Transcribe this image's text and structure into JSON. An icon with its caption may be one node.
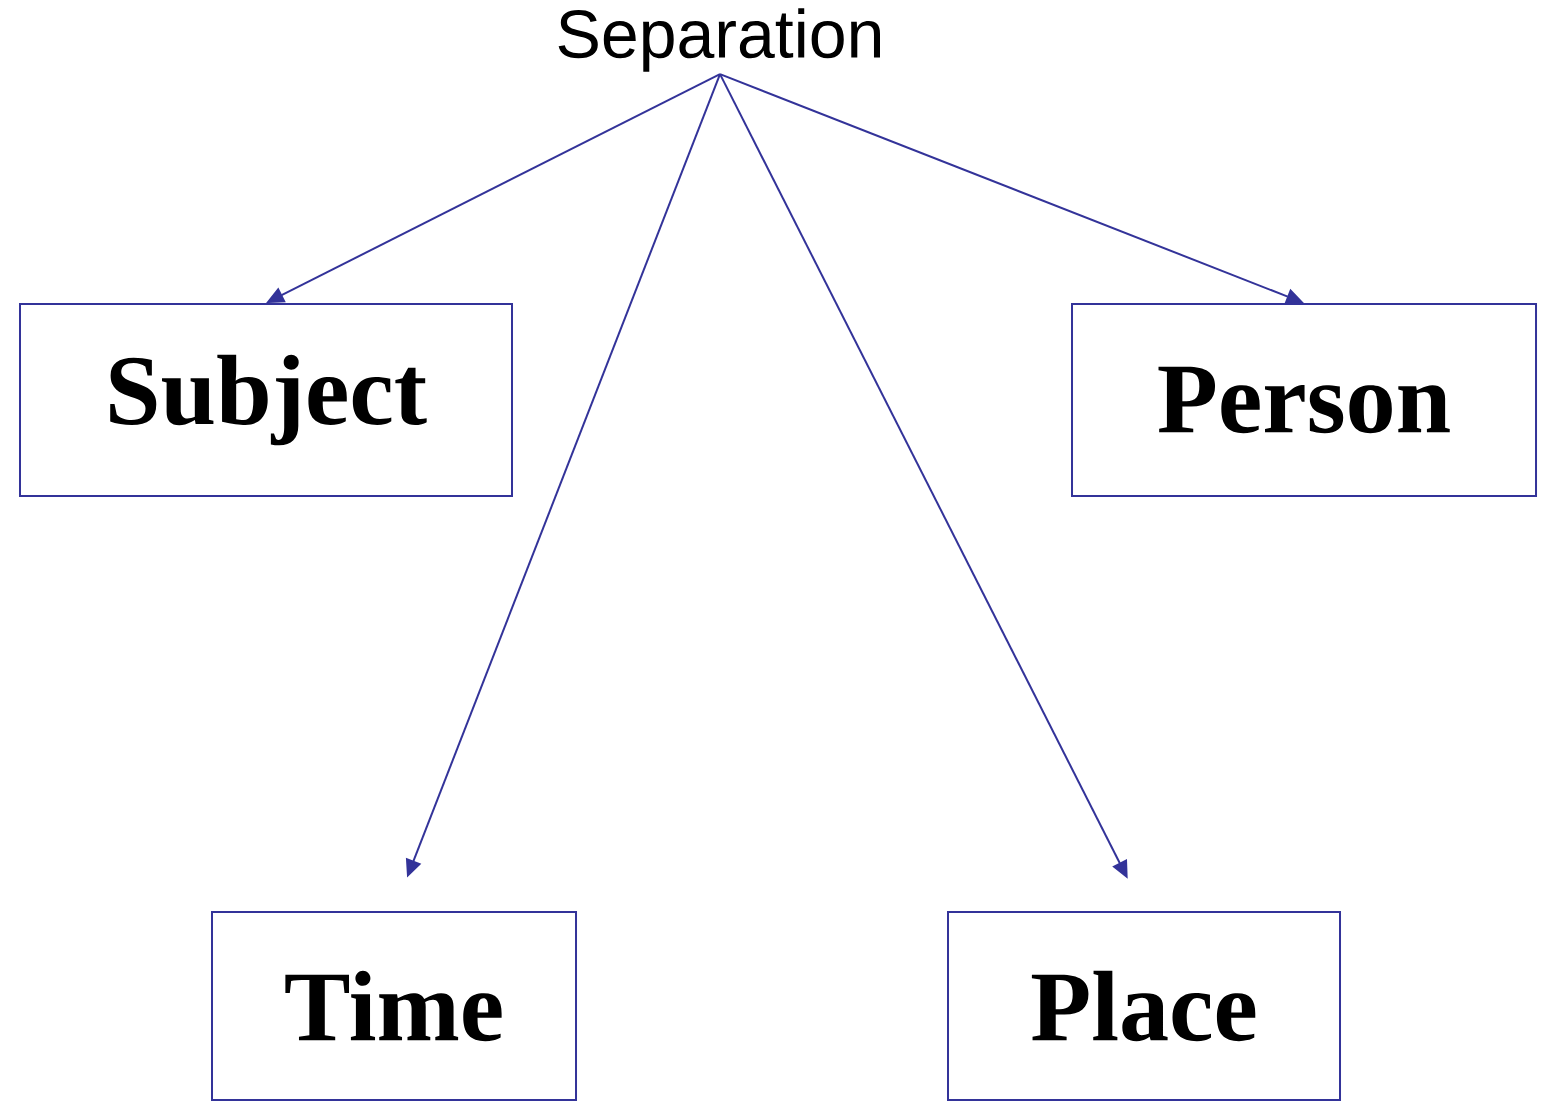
{
  "diagram": {
    "nodes": [
      {
        "text": [
          "Separation"
        ]
      },
      {
        "text": [
          "Subject"
        ]
      },
      {
        "text": [
          "Person"
        ]
      },
      {
        "text": [
          "Time"
        ]
      },
      {
        "text": [
          "Place"
        ]
      }
    ],
    "edges": [
      {
        "from": 0,
        "to": 1,
        "arrow": "to"
      },
      {
        "from": 0,
        "to": 3,
        "arrow": "to"
      },
      {
        "from": 0,
        "to": 4,
        "arrow": "to"
      },
      {
        "from": 0,
        "to": 2,
        "arrow": "to"
      }
    ]
  }
}
